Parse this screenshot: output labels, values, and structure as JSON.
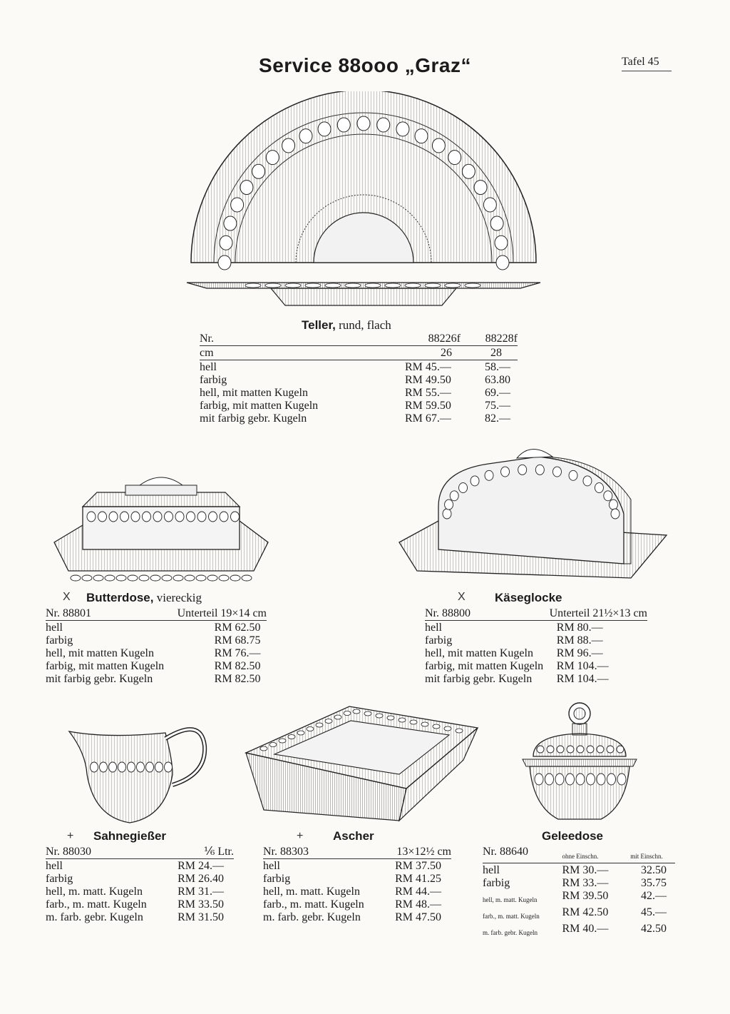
{
  "header": {
    "title": "Service 88ooo „Graz“",
    "plate": "Tafel 45"
  },
  "teller": {
    "name": "Teller,",
    "desc": " rund, flach",
    "nr_label": "Nr.",
    "cm_label": "cm",
    "cols": [
      "88226f",
      "88228f"
    ],
    "sizes": [
      "26",
      "28"
    ],
    "rows": [
      {
        "label": "hell",
        "p1": "RM 45.—",
        "p2": "58.—"
      },
      {
        "label": "farbig",
        "p1": "RM 49.50",
        "p2": "63.80"
      },
      {
        "label": "hell, mit matten Kugeln",
        "p1": "RM 55.—",
        "p2": "69.—"
      },
      {
        "label": "farbig, mit matten Kugeln",
        "p1": "RM 59.50",
        "p2": "75.—"
      },
      {
        "label": "mit farbig gebr. Kugeln",
        "p1": "RM 67.—",
        "p2": "82.—"
      }
    ]
  },
  "butterdose": {
    "mark": "X",
    "name": "Butterdose,",
    "desc": " viereckig",
    "nr": "Nr. 88801",
    "size": "Unterteil 19×14 cm",
    "rows": [
      {
        "label": "hell",
        "price": "RM 62.50"
      },
      {
        "label": "farbig",
        "price": "RM 68.75"
      },
      {
        "label": "hell, mit matten Kugeln",
        "price": "RM 76.—"
      },
      {
        "label": "farbig, mit matten Kugeln",
        "price": "RM 82.50"
      },
      {
        "label": "mit farbig gebr. Kugeln",
        "price": "RM 82.50"
      }
    ]
  },
  "kaeseglocke": {
    "mark": "X",
    "name": "Käseglocke",
    "nr": "Nr. 88800",
    "size": "Unterteil 21½×13 cm",
    "rows": [
      {
        "label": "hell",
        "price": "RM 80.—"
      },
      {
        "label": "farbig",
        "price": "RM 88.—"
      },
      {
        "label": "hell, mit matten Kugeln",
        "price": "RM 96.—"
      },
      {
        "label": "farbig, mit matten Kugeln",
        "price": "RM 104.—"
      },
      {
        "label": "mit farbig gebr. Kugeln",
        "price": "RM 104.—"
      }
    ]
  },
  "sahnegiesser": {
    "mark": "+",
    "name": "Sahnegießer",
    "nr": "Nr. 88030",
    "size": "⅙ Ltr.",
    "rows": [
      {
        "label": "hell",
        "price": "RM 24.—"
      },
      {
        "label": "farbig",
        "price": "RM 26.40"
      },
      {
        "label": "hell, m. matt. Kugeln",
        "price": "RM 31.—"
      },
      {
        "label": "farb., m. matt. Kugeln",
        "price": "RM 33.50"
      },
      {
        "label": "m. farb. gebr. Kugeln",
        "price": "RM 31.50"
      }
    ]
  },
  "ascher": {
    "mark": "+",
    "name": "Ascher",
    "nr": "Nr. 88303",
    "size": "13×12½ cm",
    "rows": [
      {
        "label": "hell",
        "price": "RM 37.50"
      },
      {
        "label": "farbig",
        "price": "RM 41.25"
      },
      {
        "label": "hell, m. matt. Kugeln",
        "price": "RM 44.—"
      },
      {
        "label": "farb., m. matt. Kugeln",
        "price": "RM 48.—"
      },
      {
        "label": "m. farb. gebr. Kugeln",
        "price": "RM 47.50"
      }
    ]
  },
  "geleedose": {
    "name": "Geleedose",
    "nr": "Nr. 88640",
    "col1": "ohne Einschn.",
    "col2": "mit Einschn.",
    "rows": [
      {
        "label": "hell",
        "p1": "RM 30.—",
        "p2": "32.50",
        "small": false
      },
      {
        "label": "farbig",
        "p1": "RM 33.—",
        "p2": "35.75",
        "small": false
      },
      {
        "label": "hell, m. matt. Kugeln",
        "p1": "RM 39.50",
        "p2": "42.—",
        "small": true
      },
      {
        "label": "farb., m. matt. Kugeln",
        "p1": "RM 42.50",
        "p2": "45.—",
        "small": true
      },
      {
        "label": "m. farb. gebr. Kugeln",
        "p1": "RM 40.—",
        "p2": "42.50",
        "small": true
      }
    ]
  }
}
